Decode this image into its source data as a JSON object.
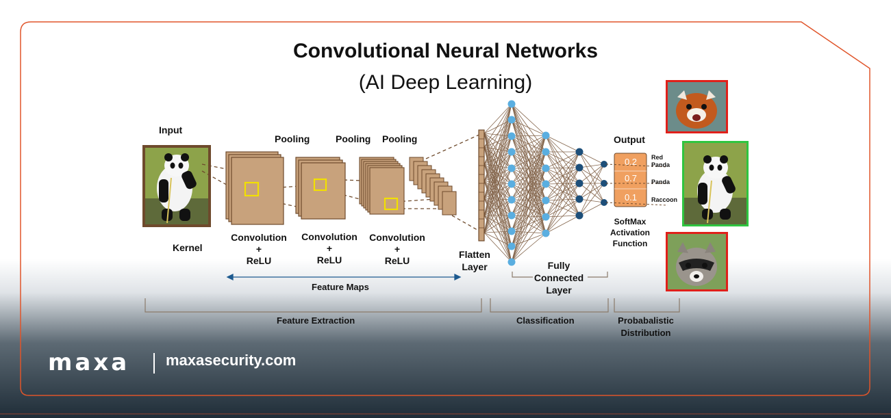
{
  "title": "Convolutional Neural Networks",
  "subtitle": "(AI Deep Learning)",
  "labels": {
    "input": "Input",
    "kernel": "Kernel",
    "pooling_1": "Pooling",
    "pooling_2": "Pooling",
    "pooling_3": "Pooling",
    "conv_1": "Convolution",
    "conv_2": "Convolution",
    "conv_3": "Convolution",
    "plus": "+",
    "relu": "ReLU",
    "flatten_1": "Flatten",
    "flatten_2": "Layer",
    "fully_1": "Fully",
    "fully_2": "Connected",
    "fully_3": "Layer",
    "output": "Output",
    "softmax_1": "SoftMax",
    "softmax_2": "Activation",
    "softmax_3": "Function",
    "feature_maps": "Feature Maps",
    "feature_extraction": "Feature Extraction",
    "classification": "Classification",
    "prob_1": "Probabalistic",
    "prob_2": "Distribution"
  },
  "outputs": [
    {
      "value": "0.2",
      "class_line1": "Red",
      "class_line2": "Panda"
    },
    {
      "value": "0.7",
      "class_line1": "Panda",
      "class_line2": ""
    },
    {
      "value": "0.1",
      "class_line1": "Raccoon",
      "class_line2": ""
    }
  ],
  "brand": {
    "logo": "maxa",
    "url": "maxasecurity.com"
  },
  "colors": {
    "frame": "#e0552a",
    "feature_map": "#c8a27c",
    "feature_map_border": "#6e4a2c",
    "kernel": "#f2e000",
    "node_light": "#5aaee0",
    "node_dark": "#1d4f7a",
    "softmax": "#f0a060",
    "correct": "#2fc540",
    "wrong": "#e0201a",
    "arrow": "#1d5a8f"
  }
}
